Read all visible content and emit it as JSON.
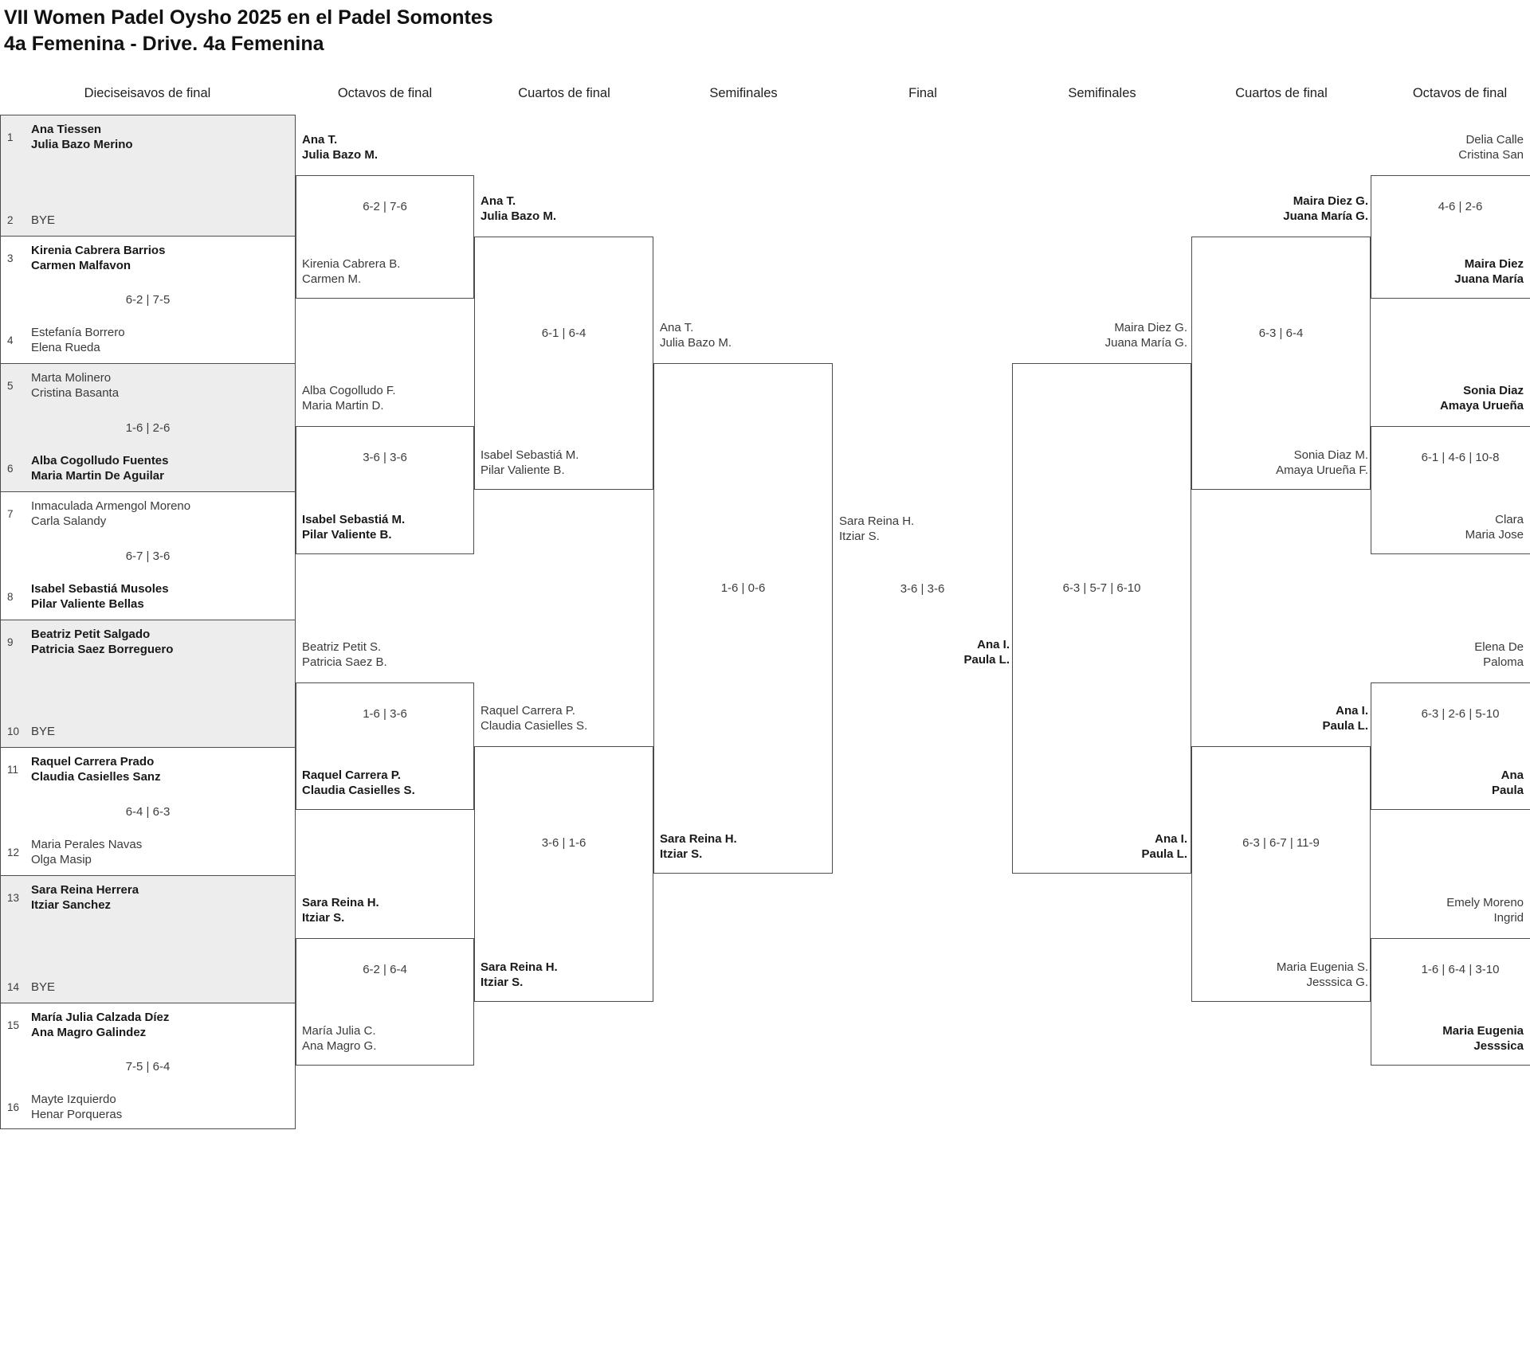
{
  "title": {
    "line1": "VII Women Padel Oysho 2025 en el Padel Somontes",
    "line2": "4a Femenina - Drive. 4a Femenina"
  },
  "round_headers": [
    "Dieciseisavos de final",
    "Octavos de final",
    "Cuartos de final",
    "Semifinales",
    "Final",
    "Semifinales",
    "Cuartos de final",
    "Octavos de final"
  ],
  "colors": {
    "text": "#222222",
    "muted_text": "#3d3d3d",
    "border": "#4c4c4c",
    "shaded_block": "#ededed",
    "background": "#ffffff"
  },
  "dieciseisavos": [
    {
      "shaded": true,
      "score": "",
      "top": {
        "seed": "1",
        "name1": "Ana Tiessen",
        "name2": "Julia Bazo Merino",
        "bold": true
      },
      "bottom": {
        "seed": "2",
        "name1": "BYE",
        "bold": false
      }
    },
    {
      "shaded": false,
      "score": "6-2 | 7-5",
      "top": {
        "seed": "3",
        "name1": "Kirenia Cabrera Barrios",
        "name2": "Carmen Malfavon",
        "bold": true
      },
      "bottom": {
        "seed": "4",
        "name1": "Estefanía Borrero",
        "name2": "Elena Rueda",
        "bold": false
      }
    },
    {
      "shaded": true,
      "score": "1-6 | 2-6",
      "top": {
        "seed": "5",
        "name1": "Marta Molinero",
        "name2": "Cristina Basanta",
        "bold": false
      },
      "bottom": {
        "seed": "6",
        "name1": "Alba Cogolludo Fuentes",
        "name2": "Maria Martin De Aguilar",
        "bold": true
      }
    },
    {
      "shaded": false,
      "score": "6-7 | 3-6",
      "top": {
        "seed": "7",
        "name1": "Inmaculada Armengol Moreno",
        "name2": "Carla Salandy",
        "bold": false
      },
      "bottom": {
        "seed": "8",
        "name1": "Isabel Sebastiá Musoles",
        "name2": "Pilar Valiente Bellas",
        "bold": true
      }
    },
    {
      "shaded": true,
      "score": "",
      "top": {
        "seed": "9",
        "name1": "Beatriz Petit Salgado",
        "name2": "Patricia Saez Borreguero",
        "bold": true
      },
      "bottom": {
        "seed": "10",
        "name1": "BYE",
        "bold": false
      }
    },
    {
      "shaded": false,
      "score": "6-4 | 6-3",
      "top": {
        "seed": "11",
        "name1": "Raquel Carrera Prado",
        "name2": "Claudia Casielles Sanz",
        "bold": true
      },
      "bottom": {
        "seed": "12",
        "name1": "Maria Perales Navas",
        "name2": "Olga Masip",
        "bold": false
      }
    },
    {
      "shaded": true,
      "score": "",
      "top": {
        "seed": "13",
        "name1": "Sara Reina Herrera",
        "name2": "Itziar Sanchez",
        "bold": true
      },
      "bottom": {
        "seed": "14",
        "name1": "BYE",
        "bold": false
      }
    },
    {
      "shaded": false,
      "score": "7-5 | 6-4",
      "top": {
        "seed": "15",
        "name1": "María Julia Calzada Díez",
        "name2": "Ana Magro Galindez",
        "bold": true
      },
      "bottom": {
        "seed": "16",
        "name1": "Mayte Izquierdo",
        "name2": "Henar Porqueras",
        "bold": false
      }
    }
  ],
  "octavos_left": [
    {
      "score": "6-2 | 7-6",
      "top": {
        "name1": "Ana T.",
        "name2": "Julia Bazo M.",
        "bold": true
      },
      "bottom": {
        "name1": "Kirenia Cabrera B.",
        "name2": "Carmen M.",
        "bold": false
      }
    },
    {
      "score": "3-6 | 3-6",
      "top": {
        "name1": "Alba Cogolludo F.",
        "name2": "Maria Martin D.",
        "bold": false
      },
      "bottom": {
        "name1": "Isabel Sebastiá M.",
        "name2": "Pilar Valiente B.",
        "bold": true
      }
    },
    {
      "score": "1-6 | 3-6",
      "top": {
        "name1": "Beatriz Petit S.",
        "name2": "Patricia Saez B.",
        "bold": false
      },
      "bottom": {
        "name1": "Raquel Carrera P.",
        "name2": "Claudia Casielles S.",
        "bold": true
      }
    },
    {
      "score": "6-2 | 6-4",
      "top": {
        "name1": "Sara Reina H.",
        "name2": "Itziar S.",
        "bold": true
      },
      "bottom": {
        "name1": "María Julia C.",
        "name2": "Ana Magro G.",
        "bold": false
      }
    }
  ],
  "cuartos_left": [
    {
      "score": "6-1 | 6-4",
      "top": {
        "name1": "Ana T.",
        "name2": "Julia Bazo M.",
        "bold": true
      },
      "bottom": {
        "name1": "Isabel Sebastiá M.",
        "name2": "Pilar Valiente B.",
        "bold": false
      }
    },
    {
      "score": "3-6 | 1-6",
      "top": {
        "name1": "Raquel Carrera P.",
        "name2": "Claudia Casielles S.",
        "bold": false
      },
      "bottom": {
        "name1": "Sara Reina H.",
        "name2": "Itziar S.",
        "bold": true
      }
    }
  ],
  "semifinal_left": {
    "score": "1-6 | 0-6",
    "top": {
      "name1": "Ana T.",
      "name2": "Julia Bazo M.",
      "bold": false
    },
    "bottom": {
      "name1": "Sara Reina H.",
      "name2": "Itziar S.",
      "bold": true
    }
  },
  "final": {
    "score": "3-6 | 3-6",
    "left": {
      "name1": "Sara Reina H.",
      "name2": "Itziar S.",
      "bold": false
    },
    "right": {
      "name1": "Ana I.",
      "name2": "Paula L.",
      "bold": true
    }
  },
  "semifinal_right": {
    "score": "6-3 | 5-7 | 6-10",
    "top": {
      "name1": "Maira Diez G.",
      "name2": "Juana María G.",
      "bold": false
    },
    "bottom": {
      "name1": "Ana I.",
      "name2": "Paula L.",
      "bold": true
    }
  },
  "cuartos_right": [
    {
      "score": "6-3 | 6-4",
      "top": {
        "name1": "Maira Diez G.",
        "name2": "Juana María G.",
        "bold": true
      },
      "bottom": {
        "name1": "Sonia Diaz M.",
        "name2": "Amaya Urueña F.",
        "bold": false
      }
    },
    {
      "score": "6-3 | 6-7 | 11-9",
      "top": {
        "name1": "Ana I.",
        "name2": "Paula L.",
        "bold": true
      },
      "bottom": {
        "name1": "Maria Eugenia S.",
        "name2": "Jesssica G.",
        "bold": false
      }
    }
  ],
  "octavos_right": [
    {
      "score": "4-6 | 2-6",
      "top": {
        "name1": "Delia Calle",
        "name2": "Cristina San",
        "bold": false
      },
      "bottom": {
        "name1": "Maira Diez",
        "name2": "Juana María",
        "bold": true
      }
    },
    {
      "score": "6-1 | 4-6 | 10-8",
      "top": {
        "name1": "Sonia Diaz",
        "name2": "Amaya Urueña",
        "bold": true
      },
      "bottom": {
        "name1": "Clara",
        "name2": "Maria Jose",
        "bold": false
      }
    },
    {
      "score": "6-3 | 2-6 | 5-10",
      "top": {
        "name1": "Elena De",
        "name2": "Paloma",
        "bold": false
      },
      "bottom": {
        "name1": "Ana",
        "name2": "Paula",
        "bold": true
      }
    },
    {
      "score": "1-6 | 6-4 | 3-10",
      "top": {
        "name1": "Emely Moreno",
        "name2": "Ingrid",
        "bold": false
      },
      "bottom": {
        "name1": "Maria Eugenia",
        "name2": "Jesssica",
        "bold": true
      }
    }
  ]
}
